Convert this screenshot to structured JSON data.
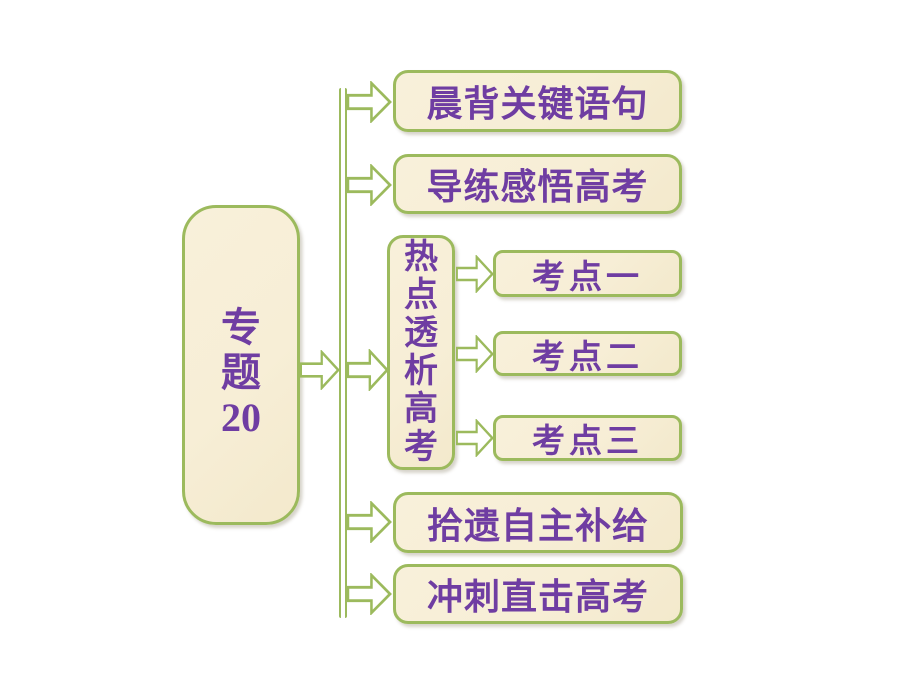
{
  "slide": {
    "background": "#FFFFFF",
    "description": "Lesson navigation structure diagram"
  },
  "colors": {
    "box_fill": "#F7EED6",
    "box_border": "#9CBA5D",
    "arrow_outline": "#9CBA5D",
    "arrow_fill": "#FFFFFF",
    "text": "#6F3DA2"
  },
  "root": {
    "label": "专题20",
    "chars": [
      "专",
      "题",
      "20"
    ]
  },
  "branches": {
    "morning": {
      "label": "晨背关键语句"
    },
    "guided": {
      "label": "导练感悟高考"
    },
    "hotspot": {
      "label": "热点透析高考",
      "chars": [
        "热",
        "点",
        "透",
        "析",
        "高",
        "考"
      ]
    },
    "gleaning": {
      "label": "拾遗自主补给"
    },
    "sprint": {
      "label": "冲刺直击高考"
    }
  },
  "exam_points": [
    {
      "label": "考点一"
    },
    {
      "label": "考点二"
    },
    {
      "label": "考点三"
    }
  ]
}
